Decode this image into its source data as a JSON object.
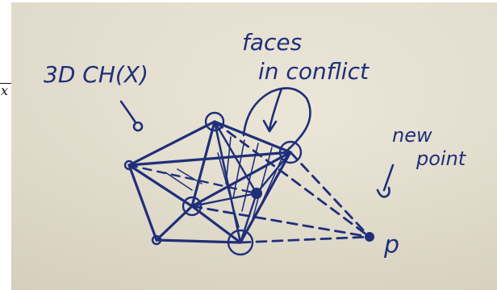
{
  "underlay": {
    "fraction_denominator": "x",
    "trailing_period": "."
  },
  "labels": {
    "convex_hull": "3D CH(X)",
    "faces_line1": "faces",
    "faces_line2": "in conflict",
    "new_line1": "new",
    "new_line2": "point",
    "point_name": "p"
  },
  "colors": {
    "ink": "#1f2f7a",
    "paper": "#e7e1d0"
  }
}
